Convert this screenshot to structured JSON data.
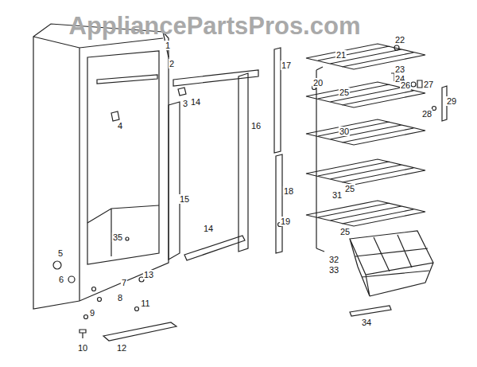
{
  "diagram": {
    "labels": [
      "AppliancePartsPros.com",
      "1",
      "2",
      "3",
      "4",
      "14",
      "15",
      "16",
      "17",
      "18",
      "19",
      "20",
      "21",
      "22",
      "23",
      "24",
      "25",
      "26",
      "27",
      "28",
      "29",
      "30",
      "31",
      "25",
      "25",
      "32",
      "33",
      "34",
      "35",
      "5",
      "6",
      "7",
      "8",
      "9",
      "10",
      "11",
      "12",
      "13",
      "14"
    ]
  }
}
